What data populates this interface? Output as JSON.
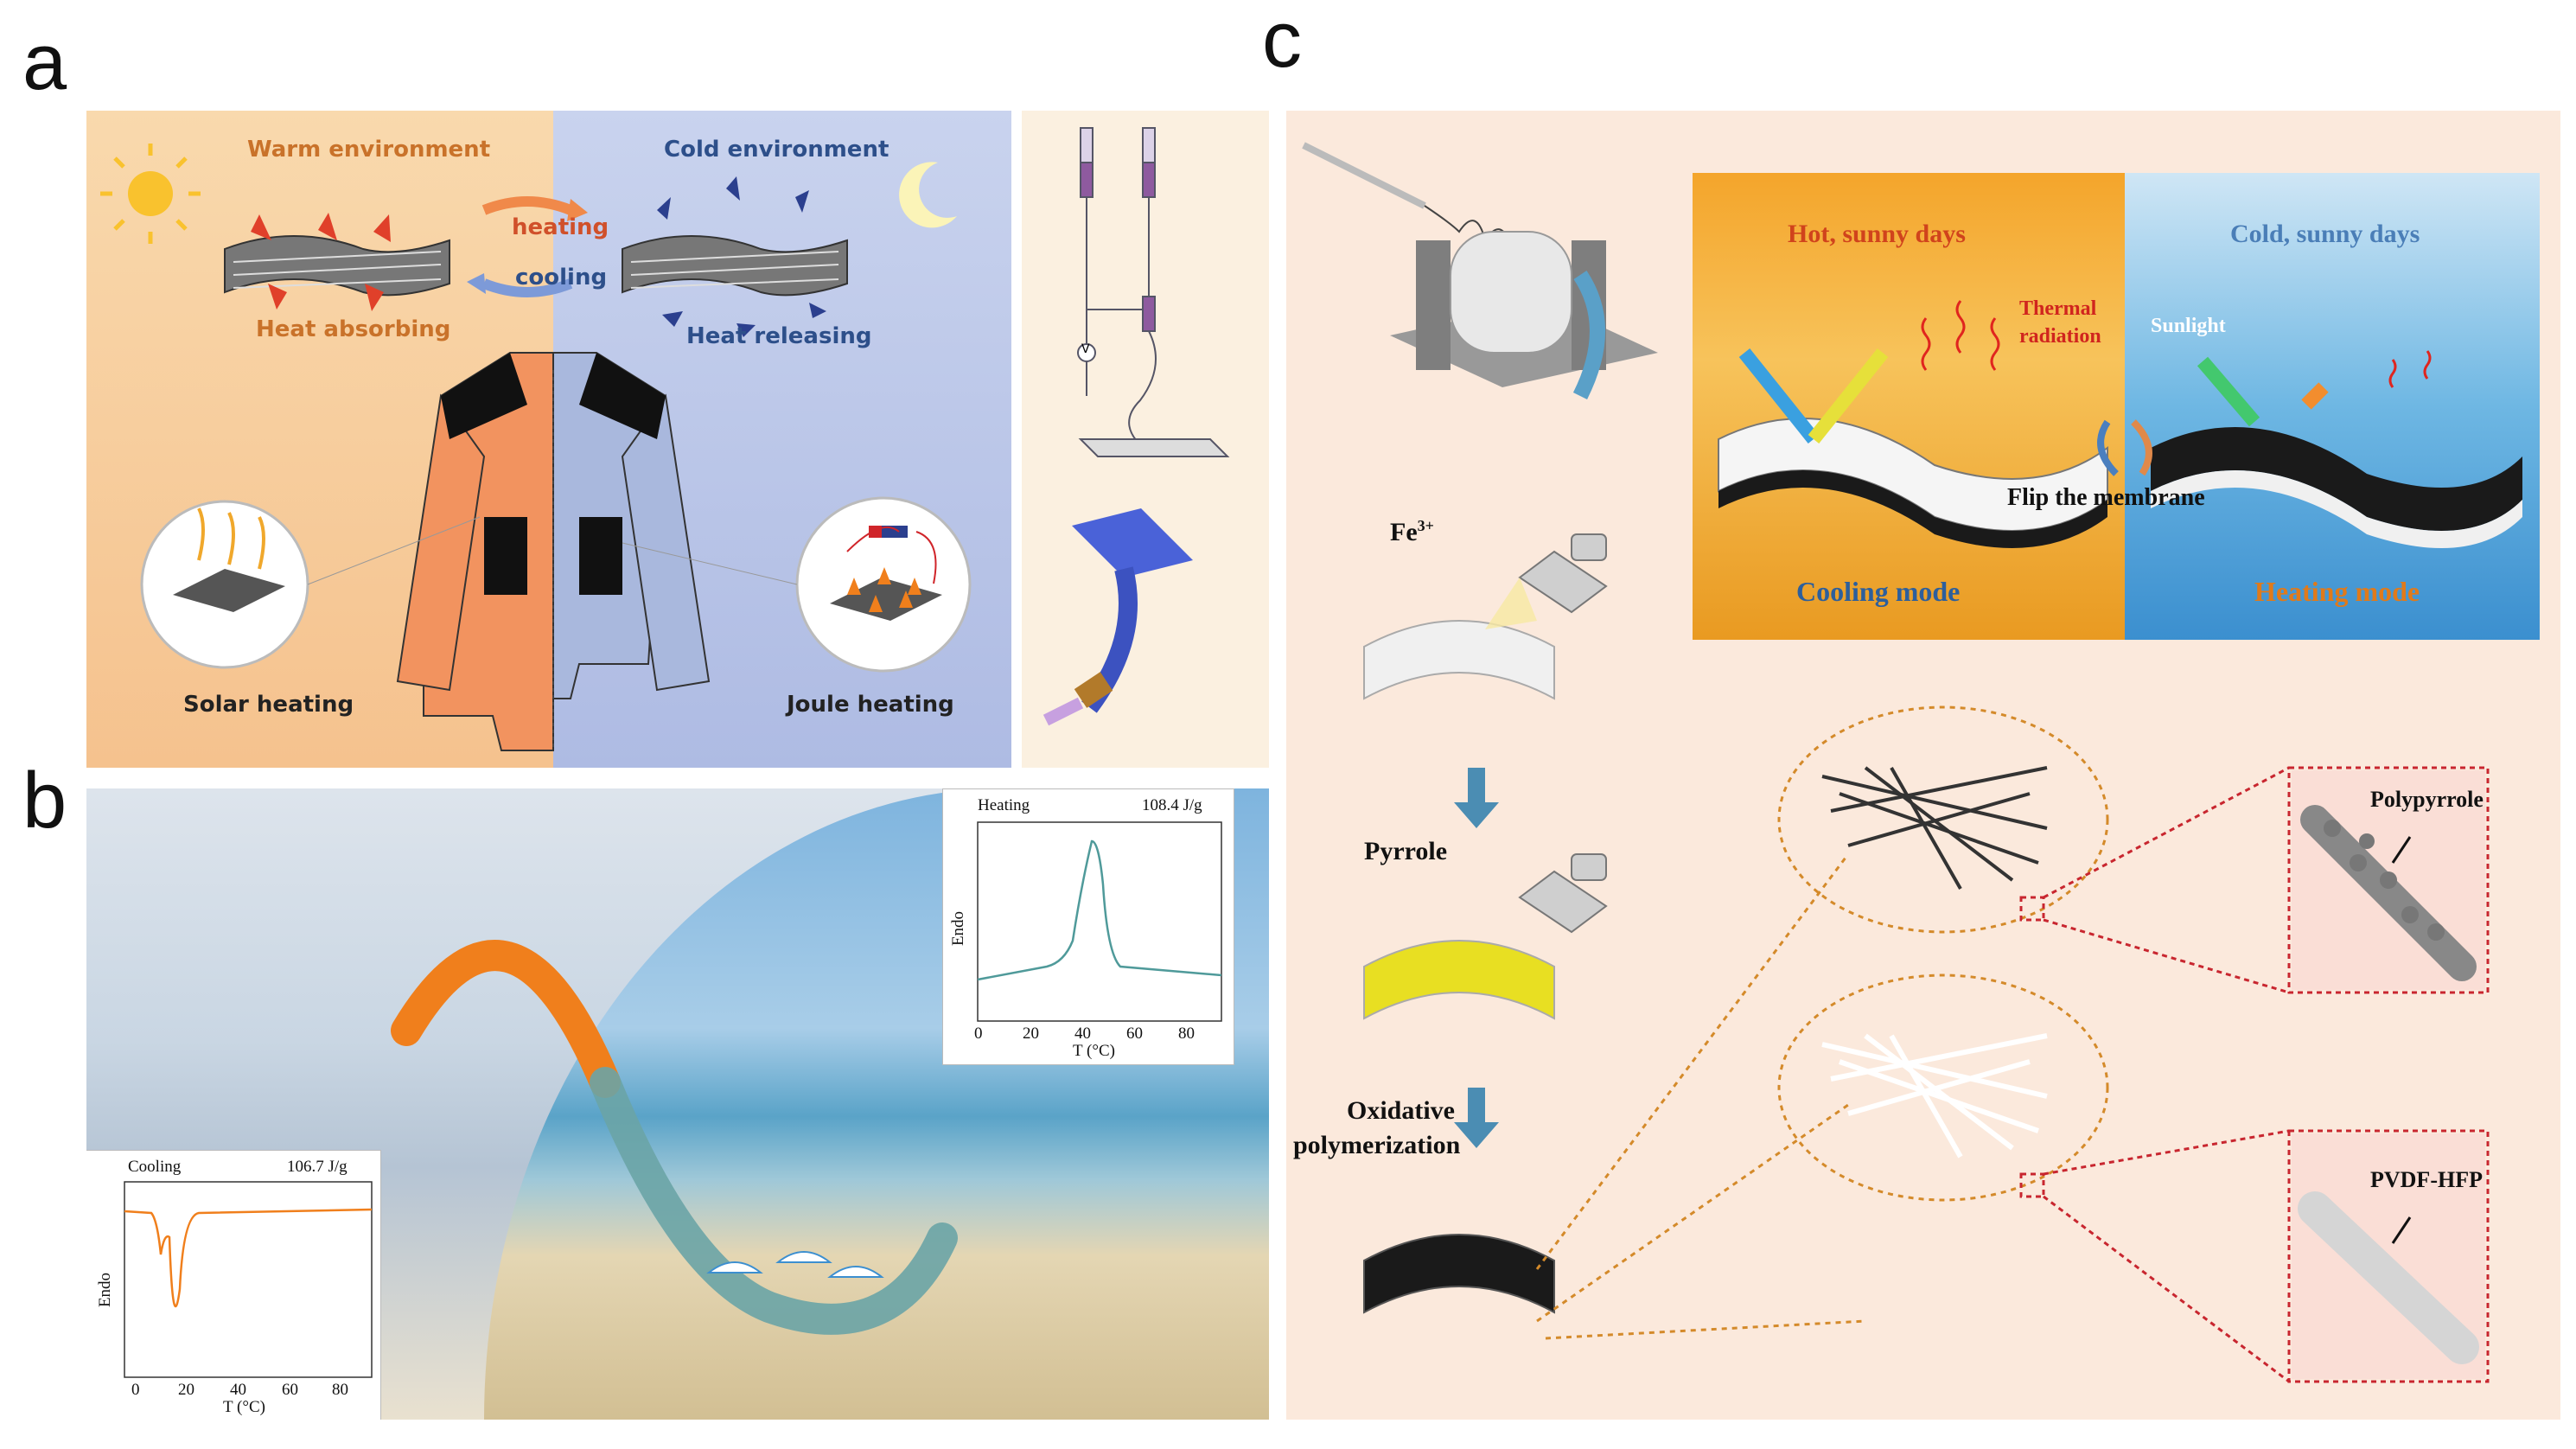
{
  "panels": {
    "a": {
      "letter": "a",
      "warm_label": "Warm environment",
      "cold_label": "Cold environment",
      "heating_arrow": "heating",
      "cooling_arrow": "cooling",
      "heat_absorbing": "Heat absorbing",
      "heat_releasing": "Heat releasing",
      "solar_heating": "Solar heating",
      "joule_heating": "Joule heating",
      "voltmeter_symbol": "V",
      "colors": {
        "warm": "#f6c89a",
        "cold": "#b9c8ea",
        "label_orange": "#c9722a",
        "label_blue": "#2d4f8a"
      }
    },
    "b": {
      "letter": "b",
      "heating_inset": {
        "mode": "Heating",
        "enthalpy": "108.4 J/g",
        "ylabel": "Endo",
        "xlabel": "T (°C)",
        "ticks": [
          "0",
          "20",
          "40",
          "60",
          "80"
        ],
        "color": "#4f9a9a"
      },
      "cooling_inset": {
        "mode": "Cooling",
        "enthalpy": "106.7 J/g",
        "ylabel": "Endo",
        "xlabel": "T (°C)",
        "ticks": [
          "0",
          "20",
          "40",
          "60",
          "80"
        ],
        "color": "#f07f1c"
      }
    },
    "c": {
      "letter": "c",
      "fe_label": "Fe",
      "fe_sup": "3+",
      "pyrrole_label": "Pyrrole",
      "oxidative_line1": "Oxidative",
      "oxidative_line2": "polymerization",
      "hot_days": "Hot, sunny days",
      "cold_days": "Cold, sunny days",
      "thermal_line1": "Thermal",
      "thermal_line2": "radiation",
      "sunlight": "Sunlight",
      "flip": "Flip the membrane",
      "cooling_mode": "Cooling mode",
      "heating_mode": "Heating mode",
      "polypyrrole": "Polypyrrole",
      "pvdf": "PVDF-HFP"
    }
  }
}
